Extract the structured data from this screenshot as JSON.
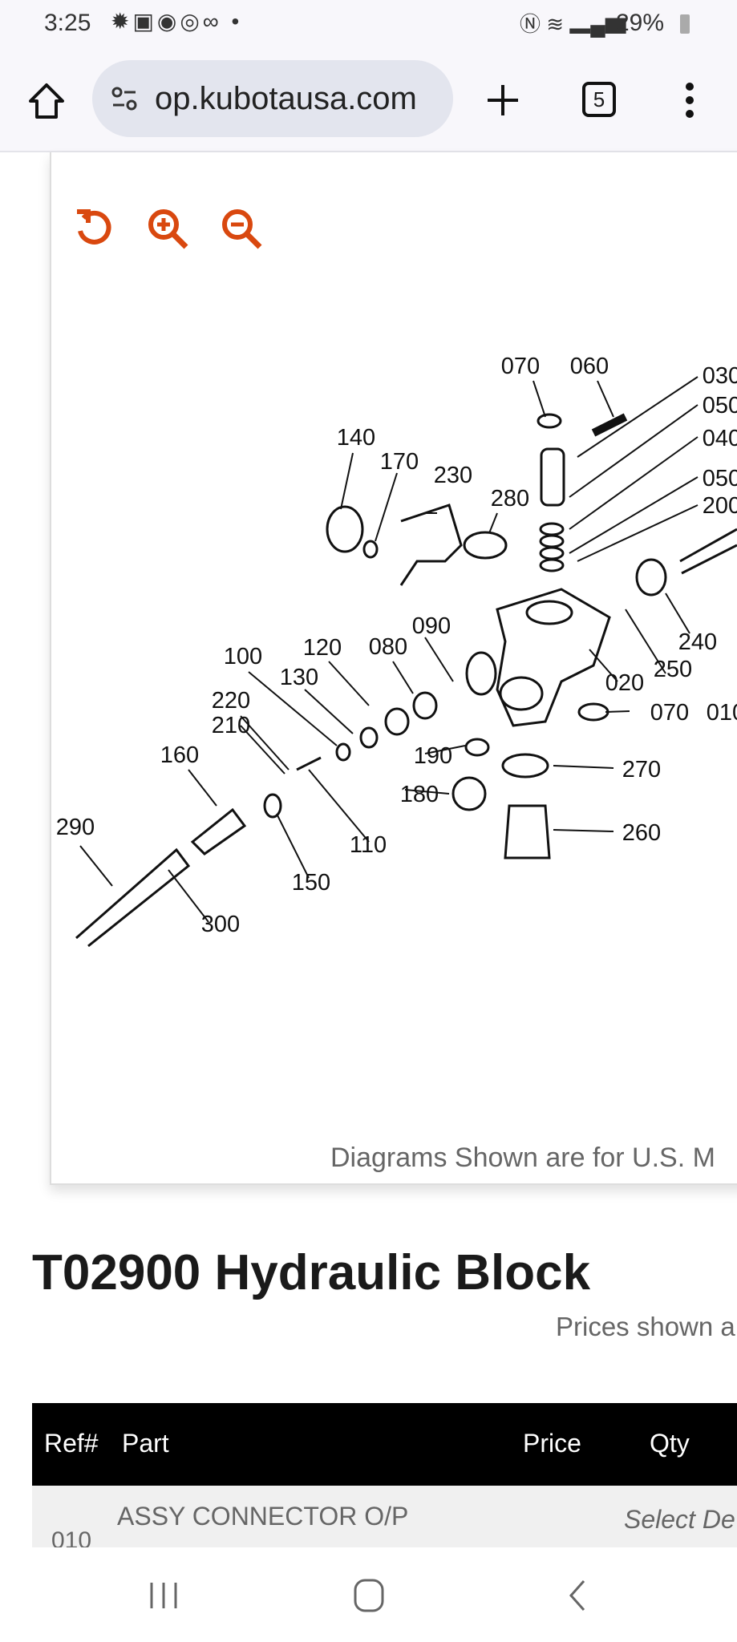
{
  "status_bar": {
    "time": "3:25",
    "battery": "29%"
  },
  "browser": {
    "url": "op.kubotausa.com",
    "tab_count": "5"
  },
  "diagram": {
    "labels": [
      "070",
      "060",
      "030",
      "050",
      "040",
      "050",
      "200",
      "140",
      "170",
      "230",
      "280",
      "090",
      "120",
      "080",
      "100",
      "130",
      "220",
      "210",
      "160",
      "240",
      "250",
      "020",
      "070",
      "010",
      "190",
      "180",
      "270",
      "260",
      "110",
      "150",
      "290",
      "300"
    ],
    "caption": "Diagrams Shown are for U.S. M",
    "accent": "#d9480f"
  },
  "page": {
    "title": "T02900 Hydraulic Block",
    "prices_note": "Prices shown a"
  },
  "table": {
    "headers": [
      "Ref#",
      "Part",
      "Price",
      "Qty"
    ],
    "rows": [
      {
        "ref": "010",
        "part": "ASSY CONNECTOR O/P",
        "qty": "Select De"
      }
    ]
  }
}
